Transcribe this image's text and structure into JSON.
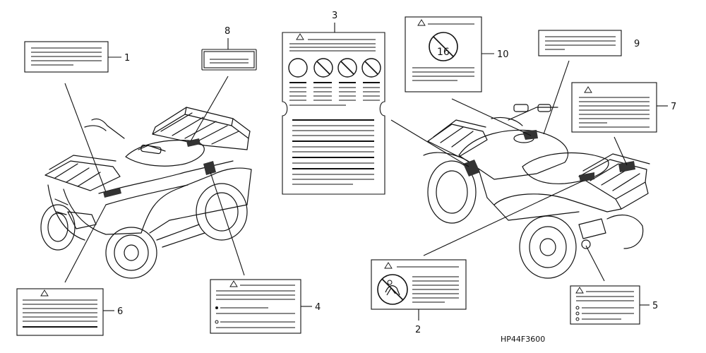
{
  "diagram": {
    "part_numbers": [
      "1",
      "2",
      "3",
      "4",
      "5",
      "6",
      "7",
      "8",
      "9",
      "10"
    ],
    "drawing_code": "HP44F3600",
    "warning_symbol": "warning-triangle-icon",
    "no_passenger_symbol": "no-passenger-icon",
    "age_restriction_text": "16",
    "operator_pictogram": "operator-warning-icon",
    "line_color": "#111111",
    "background_color": "#ffffff"
  }
}
